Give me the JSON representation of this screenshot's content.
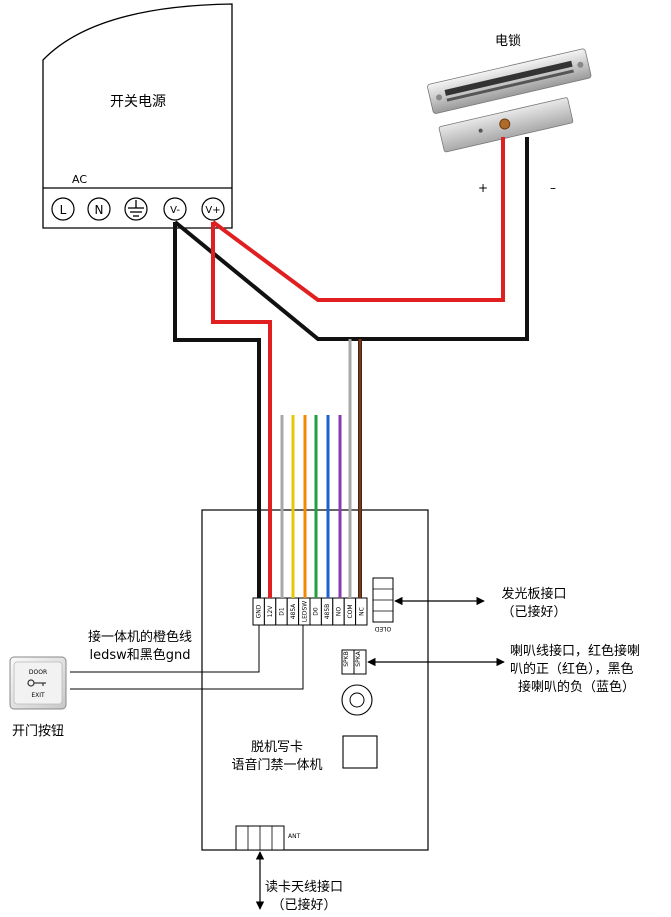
{
  "power_supply": {
    "title": "开关电源",
    "ac_label": "AC",
    "terminals": [
      "L",
      "N",
      "earth",
      "V-",
      "V+"
    ],
    "earth_icon": "ground-icon"
  },
  "lock": {
    "title": "电锁",
    "plus_label": "+",
    "minus_label": "–"
  },
  "controller": {
    "title_line1": "脱机写卡",
    "title_line2": "语音门禁一体机",
    "terminal_labels": [
      "GND",
      "12V",
      "D1",
      "485A",
      "LEDSW",
      "D0",
      "485B",
      "NO",
      "COM",
      "NC"
    ],
    "speaker_terminals": [
      "SPKB",
      "SPKA"
    ],
    "oled_label": "OLED",
    "ant_label": "ANT"
  },
  "annotations": {
    "led_board_line1": "发光板接口",
    "led_board_line2": "（已接好）",
    "speaker_line1": "喇叭线接口，红色接喇",
    "speaker_line2": "叭的正（红色），黑色",
    "speaker_line3": "接喇叭的负（蓝色）",
    "antenna_line1": "读卡天线接口",
    "antenna_line2": "（已接好）",
    "exit_note_line1": "接一体机的橙色线",
    "exit_note_line2": "ledsw和黑色gnd"
  },
  "exit_button": {
    "label": "开门按钮",
    "face_top": "DOOR",
    "face_bottom": "EXIT"
  },
  "colors": {
    "positive_wire": "#e02020",
    "negative_wire": "#111111",
    "wire_gray": "#a8a8a8",
    "wire_yellow": "#e8c800",
    "wire_orange": "#f08a00",
    "wire_green": "#20a040",
    "wire_blue": "#1e60d0",
    "wire_purple": "#8a3ab0",
    "wire_brown": "#7a3a1a"
  }
}
